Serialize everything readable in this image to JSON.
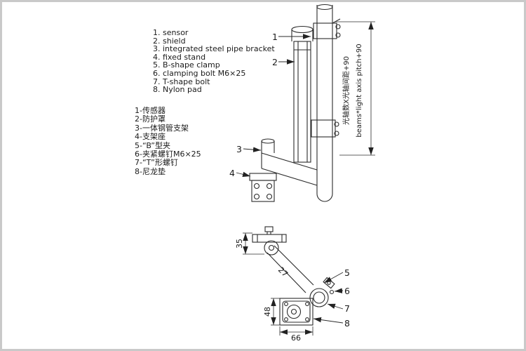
{
  "diagram": {
    "parts_list_en": {
      "items": [
        "1. sensor",
        "2. shield",
        "3. integrated steel pipe bracket",
        "4. fixed stand",
        "5. B-shape clamp",
        "6. clamping bolt  M6×25",
        "7. T-shape bolt",
        "8. Nylon pad"
      ]
    },
    "parts_list_cn": {
      "items": [
        "1-传感器",
        "2-防护罩",
        "3-一体钢管支架",
        "4-支架座",
        "5-“B”型夹",
        "6-夹紧螺钉M6×25",
        "7-“T”形螺钉",
        "8-尼龙垫"
      ]
    },
    "callouts": {
      "c1": "1",
      "c2": "2",
      "c3": "3",
      "c4": "4",
      "c5": "5",
      "c6": "6",
      "c7": "7",
      "c8": "8"
    },
    "dimensions": {
      "axis_cn": "光轴数X光轴间距+90",
      "axis_en": "beams*light axis pitch+90",
      "d35": "35",
      "d27": "27",
      "d48": "48",
      "d66": "66"
    }
  }
}
